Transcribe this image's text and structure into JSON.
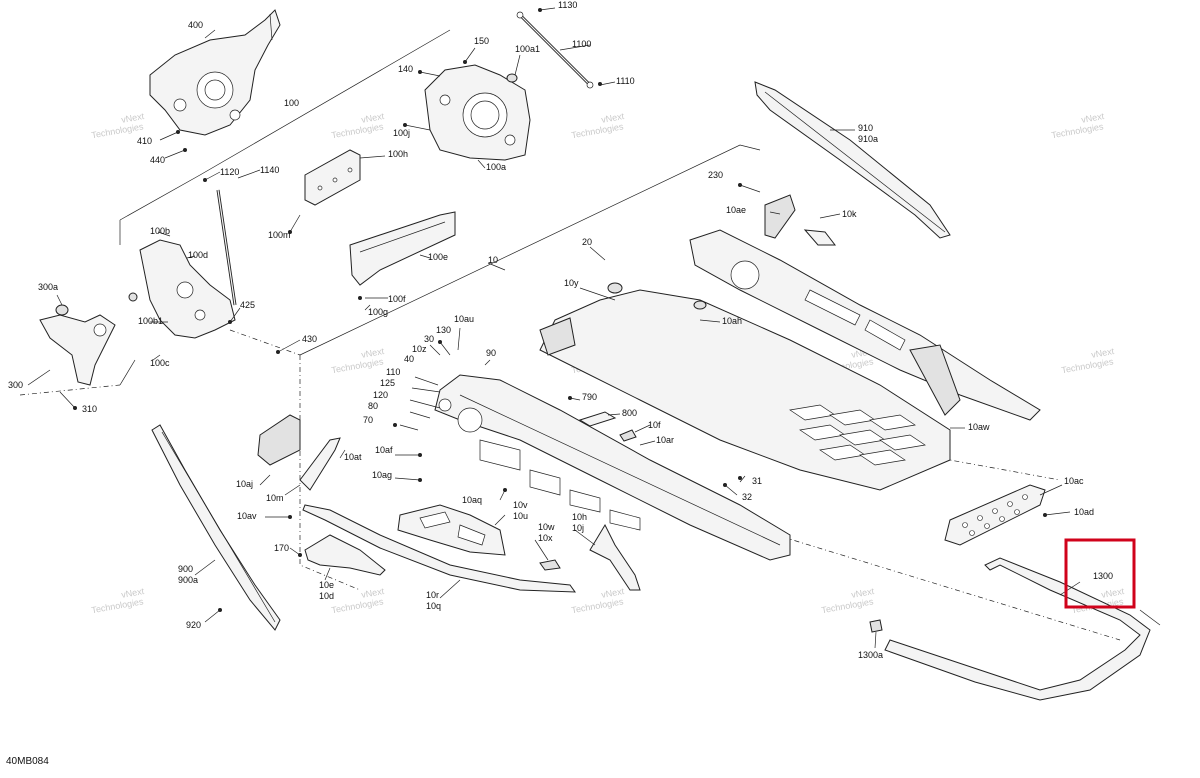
{
  "diagram": {
    "code": "40MB084",
    "highlight_label": "1300",
    "highlight_color": "#d0021b",
    "watermark": [
      "vNext",
      "Technologies"
    ],
    "callouts": [
      "1130",
      "1100",
      "1110",
      "100a1",
      "150",
      "140",
      "100",
      "400",
      "410",
      "440",
      "100j",
      "100a",
      "100h",
      "100m",
      "100e",
      "100f",
      "100g",
      "1120",
      "1140",
      "100b",
      "100d",
      "100b1",
      "100c",
      "300a",
      "300",
      "310",
      "425",
      "430",
      "10",
      "20",
      "10y",
      "10ah",
      "910",
      "910a",
      "230",
      "10ae",
      "10k",
      "130",
      "10au",
      "10z",
      "30",
      "40",
      "90",
      "110",
      "125",
      "120",
      "80",
      "70",
      "10af",
      "10ag",
      "10aq",
      "10at",
      "10aj",
      "10m",
      "10av",
      "790",
      "800",
      "10f",
      "10ar",
      "31",
      "32",
      "10v",
      "10u",
      "10w",
      "10x",
      "10h",
      "10j",
      "170",
      "10e",
      "10d",
      "10r",
      "10q",
      "900",
      "900a",
      "920",
      "1300",
      "1300a",
      "10aw",
      "10ac",
      "10ad"
    ]
  }
}
